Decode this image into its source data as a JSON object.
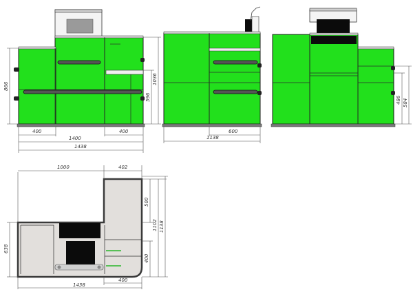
{
  "colors": {
    "body_green": "#22e01c",
    "outline": "#1a1a1a",
    "plan_fill": "#e2dfdc",
    "plan_border": "#3a3a3a",
    "appliance_black": "#0b0b0b",
    "hood_glass": "#f4f4f4",
    "dimension_line": "#555555"
  },
  "views": {
    "front": {
      "dims": {
        "height_total": "866",
        "height_right": "1036",
        "height_counter": "596",
        "width_left": "400",
        "width_mid": "1400",
        "width_right": "400",
        "width_total": "1438"
      }
    },
    "side": {
      "dims": {
        "depth_cabinet": "600",
        "depth_total": "1138"
      }
    },
    "back": {
      "dims": {
        "height_a": "486",
        "height_b": "584"
      }
    },
    "plan": {
      "dims": {
        "top_left": "1000",
        "top_right": "402",
        "right_upper": "500",
        "right_middle": "1102",
        "right_total": "1138",
        "right_lower": "400",
        "left_height": "638",
        "bottom_right": "400",
        "bottom_total": "1438"
      }
    }
  }
}
